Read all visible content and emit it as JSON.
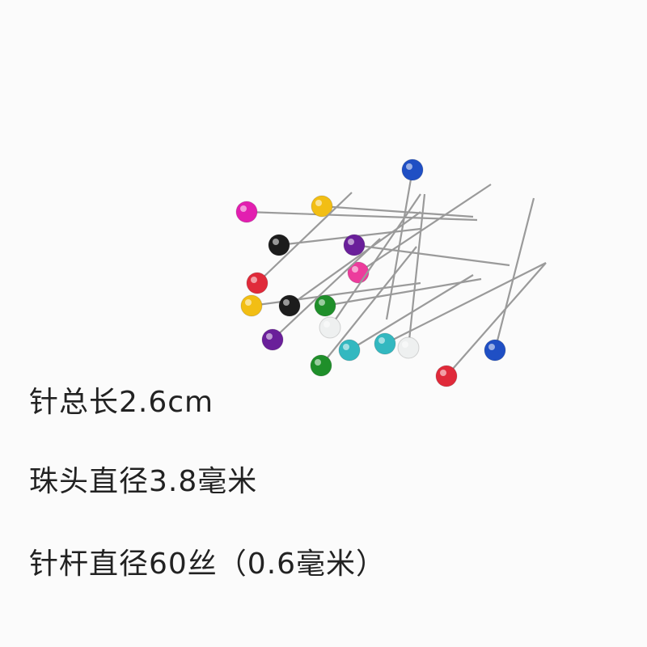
{
  "specs": {
    "length": "针总长2.6cm",
    "head_diameter": "珠头直径3.8毫米",
    "shaft_diameter": "针杆直径60丝（0.6毫米）"
  },
  "pin_colors": {
    "blue": "#1f4fc4",
    "magenta": "#e21fb0",
    "yellow": "#f2be14",
    "black": "#1c1c1c",
    "purple": "#6a1f9a",
    "pink": "#ec3c9c",
    "red": "#e02a3a",
    "green": "#1f8f2a",
    "white": "#eef0f0",
    "cyan": "#33b8c0"
  }
}
